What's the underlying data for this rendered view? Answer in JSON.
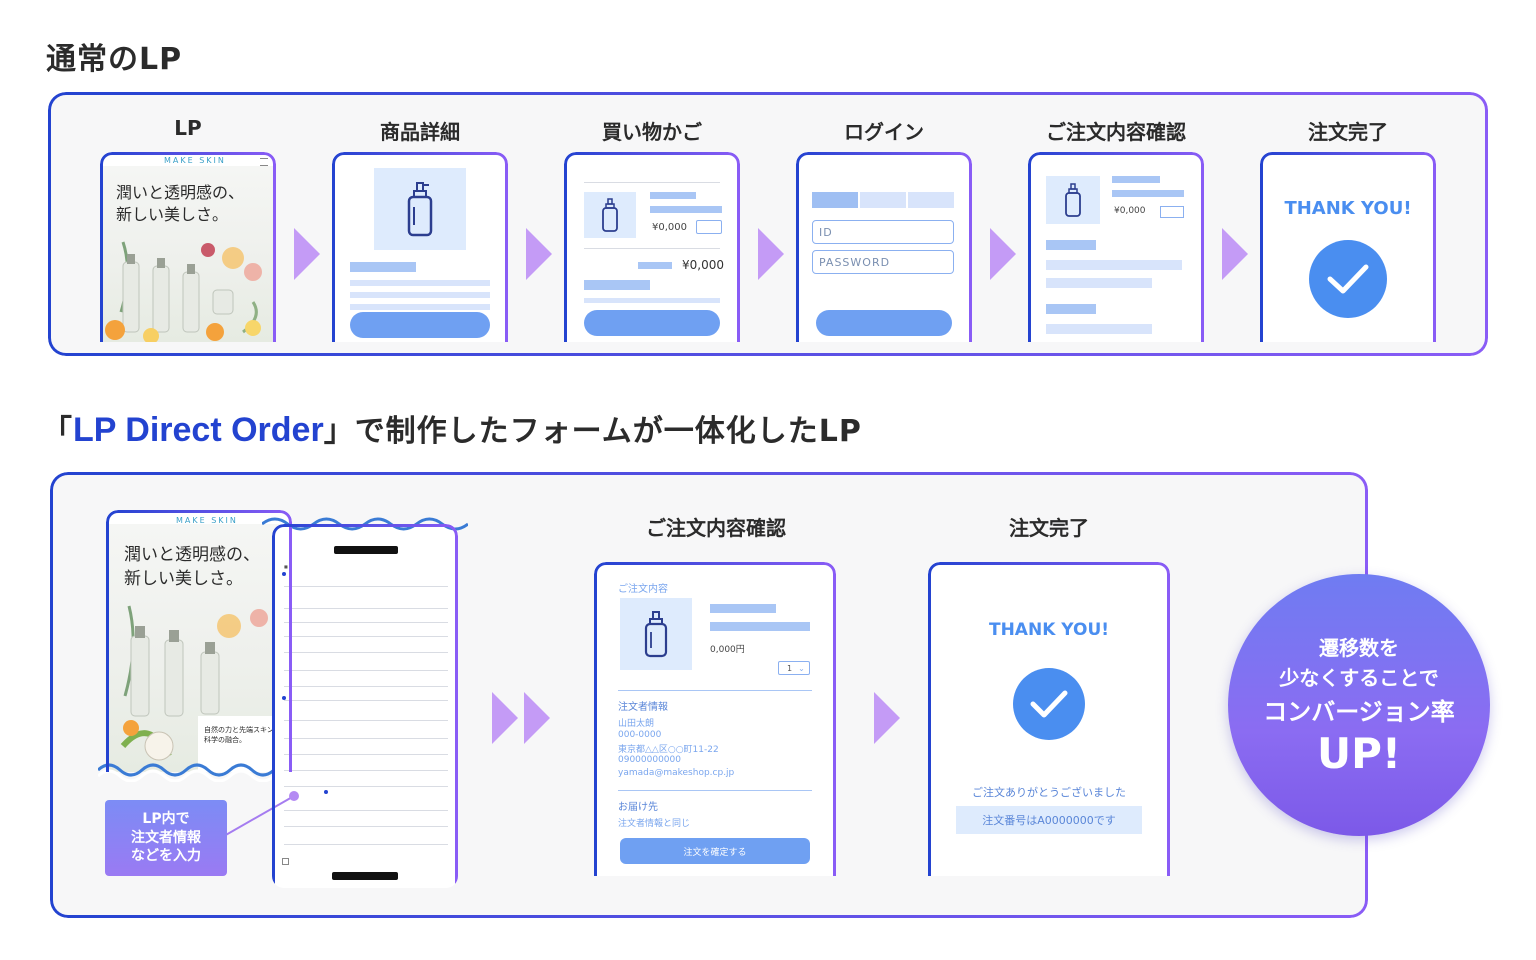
{
  "top": {
    "heading": "通常のLP",
    "steps": [
      {
        "label": "LP"
      },
      {
        "label": "商品詳細"
      },
      {
        "label": "買い物かご"
      },
      {
        "label": "ログイン"
      },
      {
        "label": "ご注文内容確認"
      },
      {
        "label": "注文完了"
      }
    ],
    "lp_brand": "MAKE SKIN",
    "lp_copy_line1": "潤いと透明感の、",
    "lp_copy_line2": "新しい美しさ。",
    "cart_price": "¥0,000",
    "cart_total": "¥0,000",
    "login_id": "ID",
    "login_password": "PASSWORD",
    "confirm_price": "¥0,000",
    "thank_you": "THANK YOU!"
  },
  "bottom": {
    "heading_open": "「",
    "heading_brand": "LP Direct Order",
    "heading_close": "」",
    "heading_rest": "で制作したフォームが一体化したLP",
    "lp_brand": "MAKE SKIN",
    "lp_copy_line1": "潤いと透明感の、",
    "lp_copy_line2": "新しい美しさ。",
    "lp_sub_line1": "自然の力と先端スキンケ",
    "lp_sub_line2": "科学の融合。",
    "callout_line1": "LP内で",
    "callout_line2": "注文者情報",
    "callout_line3": "などを入力",
    "confirm": {
      "label": "ご注文内容確認",
      "section_order": "ご注文内容",
      "price": "0,000円",
      "qty": "1",
      "section_customer": "注文者情報",
      "customer_name": "山田太朗",
      "customer_zip": "000-0000",
      "customer_address": "東京都△△区○○町11-22",
      "customer_phone": "09000000000",
      "customer_email": "yamada@makeshop.cp.jp",
      "section_delivery": "お届け先",
      "delivery_value": "注文者情報と同じ",
      "submit": "注文を確定する"
    },
    "complete": {
      "label": "注文完了",
      "thank_you": "THANK YOU!",
      "message": "ご注文ありがとうございました",
      "order_number": "注文番号はA0000000です"
    },
    "badge_line1": "遷移数を",
    "badge_line2": "少なくすることで",
    "badge_line3": "コンバージョン率",
    "badge_line4": "UP!"
  },
  "colors": {
    "accent_blue": "#2343d0",
    "accent_purple": "#8a5cf6",
    "light_blue": "#a9c6f5",
    "button_blue": "#6fa0f2",
    "arrow_purple": "#c49bf6",
    "check_blue": "#4a8ef0"
  }
}
